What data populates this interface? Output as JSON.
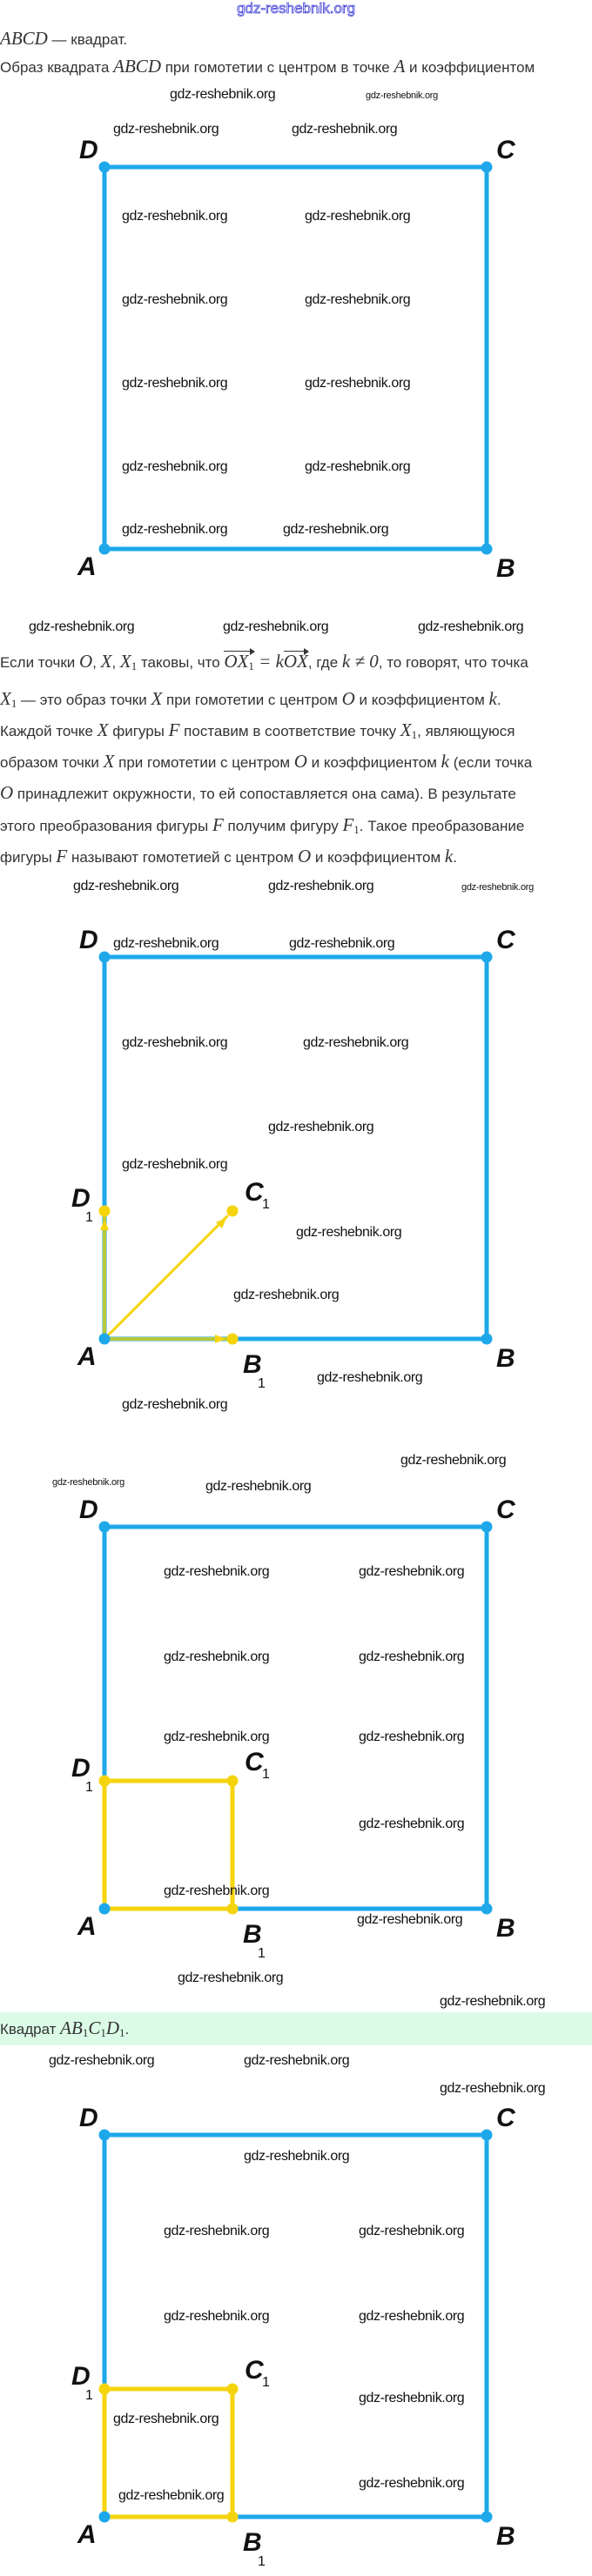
{
  "header_watermark": "gdz-reshebnik.org",
  "watermark": "gdz-reshebnik.org",
  "intro": [
    [
      {
        "m": "ABCD"
      },
      {
        "t": " — квадрат."
      }
    ],
    [
      {
        "t": "Образ квадрата "
      },
      {
        "m": "ABCD"
      },
      {
        "t": " при гомотетии с центром в точке "
      },
      {
        "m": "A"
      },
      {
        "t": " и коэффициентом"
      }
    ]
  ],
  "definition": [
    [
      {
        "t": "Если точки "
      },
      {
        "m": "O"
      },
      {
        "t": ", "
      },
      {
        "m": "X"
      },
      {
        "t": ", "
      },
      {
        "m": "X",
        "s": "1"
      },
      {
        "t": " таковы, что "
      },
      {
        "v": "OX",
        "s": "1"
      },
      {
        "m": " = k"
      },
      {
        "v": "OX"
      },
      {
        "t": ", где "
      },
      {
        "m": "k ≠ 0"
      },
      {
        "t": ", то говорят, что точка"
      }
    ],
    [
      {
        "m": "X",
        "s": "1"
      },
      {
        "t": " — это образ точки "
      },
      {
        "m": "X"
      },
      {
        "t": " при гомотетии с центром "
      },
      {
        "m": "O"
      },
      {
        "t": " и коэффициентом "
      },
      {
        "m": "k"
      },
      {
        "t": "."
      }
    ],
    [
      {
        "t": "Каждой точке "
      },
      {
        "m": "X"
      },
      {
        "t": " фигуры "
      },
      {
        "m": "F"
      },
      {
        "t": " поставим в соответствие точку "
      },
      {
        "m": "X",
        "s": "1"
      },
      {
        "t": ", являющуюся"
      }
    ],
    [
      {
        "t": "образом точки "
      },
      {
        "m": "X"
      },
      {
        "t": " при гомотетии с центром "
      },
      {
        "m": "O"
      },
      {
        "t": " и коэффициентом "
      },
      {
        "m": "k"
      },
      {
        "t": " (если точка"
      }
    ],
    [
      {
        "m": "O"
      },
      {
        "t": " принадлежит окружности, то ей сопоставляется она сама). В результате"
      }
    ],
    [
      {
        "t": "этого преобразования фигуры "
      },
      {
        "m": "F"
      },
      {
        "t": " получим фигуру "
      },
      {
        "m": "F",
        "s": "1"
      },
      {
        "t": ". Такое преобразование"
      }
    ],
    [
      {
        "t": "фигуры "
      },
      {
        "m": "F"
      },
      {
        "t": " называют гомотетией с центром "
      },
      {
        "m": "O"
      },
      {
        "t": " и коэффициентом "
      },
      {
        "m": "k"
      },
      {
        "t": "."
      }
    ]
  ],
  "answer": [
    [
      {
        "t": "Квадрат "
      },
      {
        "m": "AB",
        "s": "1"
      },
      {
        "m": "C",
        "s": "1"
      },
      {
        "m": "D",
        "s": "1"
      },
      {
        "t": "."
      }
    ]
  ],
  "labels": {
    "A": "A",
    "B": "B",
    "C": "C",
    "D": "D",
    "sub": "1"
  },
  "figures": [
    {
      "kind": "square"
    },
    {
      "kind": "vectors"
    },
    {
      "kind": "image"
    },
    {
      "kind": "image"
    }
  ],
  "colors": {
    "square": "#1ea8ea",
    "image": "#f6d40c",
    "vector_edge": "#b9c93a",
    "answer_bg": "#dbfbe7"
  }
}
